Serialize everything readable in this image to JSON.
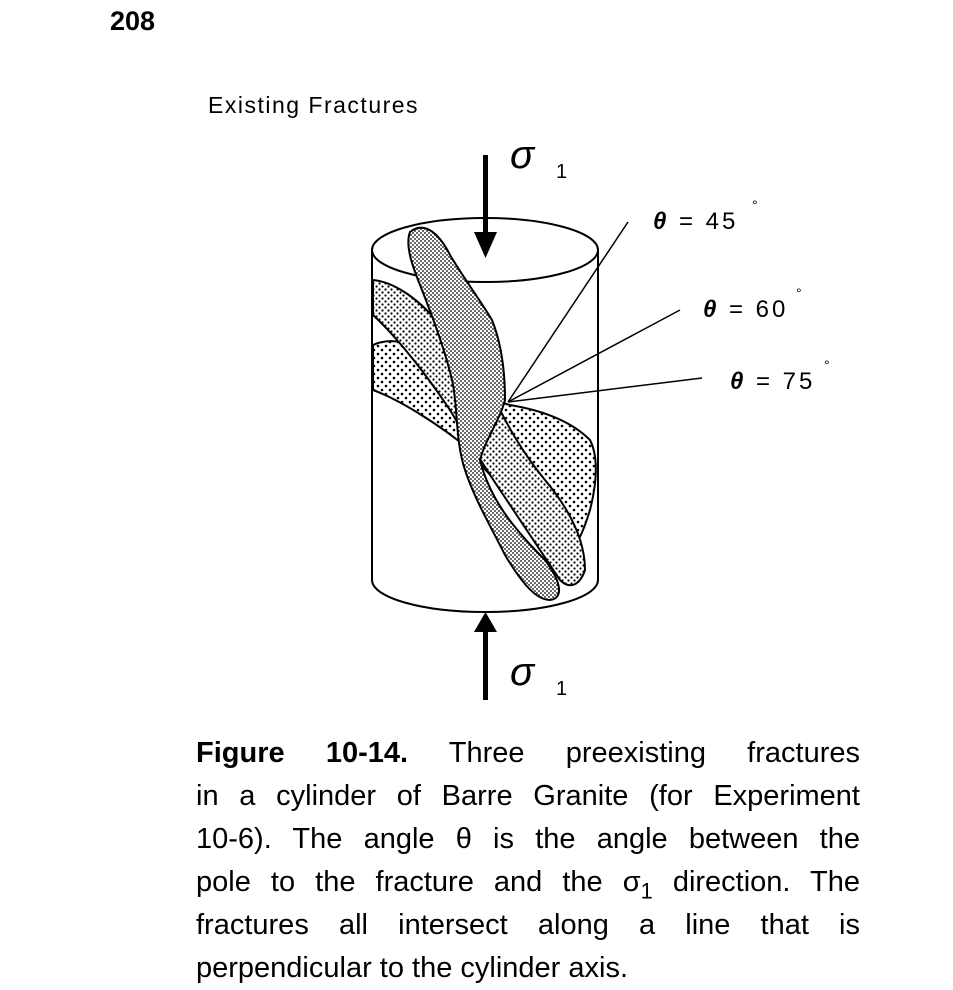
{
  "page_number": "208",
  "figure": {
    "title": "Existing Fractures",
    "sigma_top": "σ",
    "sigma_top_sub": "1",
    "sigma_bottom": "σ",
    "sigma_bottom_sub": "1",
    "angle_labels": [
      {
        "symbol": "θ",
        "text": "= 45",
        "degree": "°"
      },
      {
        "symbol": "θ",
        "text": "= 60",
        "degree": "°"
      },
      {
        "symbol": "θ",
        "text": "= 75",
        "degree": "°"
      }
    ]
  },
  "caption": {
    "label": "Figure 10-14.",
    "line1_rest": "Three preexisting fractures",
    "line2": "in a cylinder of Barre Granite (for Experiment",
    "line3": "10-6). The angle θ is the angle between the",
    "line4_pre": "pole to the fracture and the σ",
    "line4_sub": "1",
    "line4_post": " direction. The",
    "line5": "fractures all intersect along a line that is",
    "line6": "perpendicular to the cylinder axis."
  }
}
